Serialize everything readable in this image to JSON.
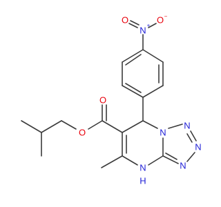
{
  "colors": {
    "bond": "#3b3b3b",
    "oxygen": "#e8000b",
    "nitrogen": "#1f1fd6",
    "carbon": "#3b3b3b"
  },
  "structure": {
    "atom_labels": {
      "nitro_n": "N",
      "nitro_o_top": "O",
      "nitro_o_right": "O",
      "nitro_n_charge": "+",
      "nitro_o_charge": "−",
      "ester_o_carbonyl": "O",
      "ester_o_single": "O",
      "ring_n_bridge": "N",
      "tetrazole_n_a": "N",
      "tetrazole_n_b": "N",
      "tetrazole_n_c": "N",
      "ring_nh": "N",
      "nh_h": "H"
    }
  }
}
